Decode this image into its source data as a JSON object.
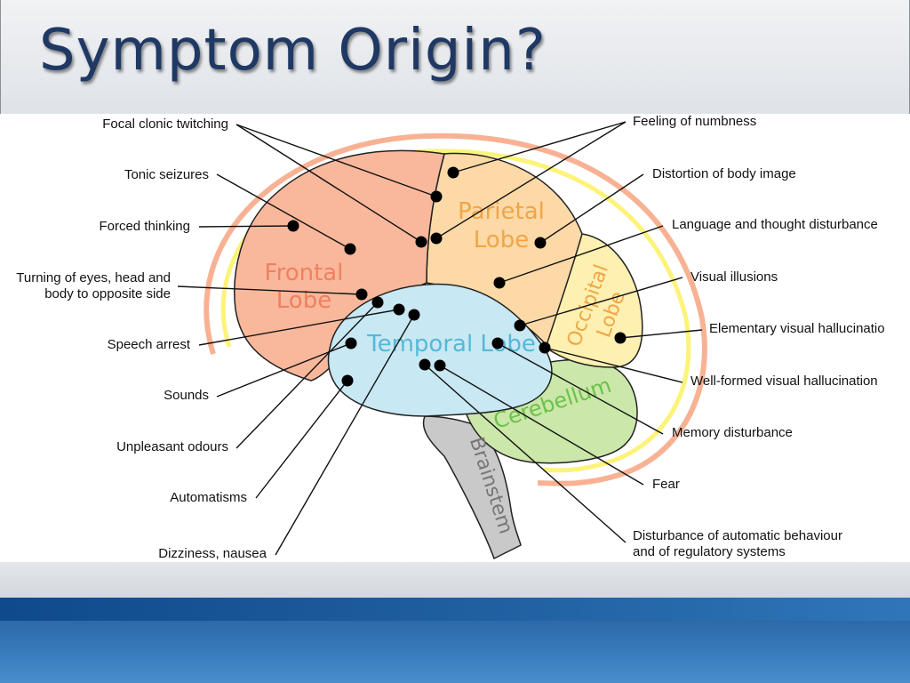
{
  "slide": {
    "title": "Symptom Origin?"
  },
  "diagram": {
    "regions": {
      "frontal_line1": "Frontal",
      "frontal_line2": "Lobe",
      "parietal_line1": "Parietal",
      "parietal_line2": "Lobe",
      "occipital_line1": "Occipital",
      "occipital_line2": "Lobe",
      "temporal": "Temporal Lobe",
      "cerebellum": "Cerebellum",
      "brainstem": "Brainstem"
    },
    "left_labels": [
      "Focal clonic twitching",
      "Tonic seizures",
      "Forced thinking",
      "Turning of eyes, head and",
      "body to opposite side",
      "Speech arrest",
      "Sounds",
      "Unpleasant odours",
      "Automatisms",
      "Dizziness, nausea"
    ],
    "right_labels": [
      "Feeling of numbness",
      "Distortion of body image",
      "Language and thought disturbance",
      "Visual illusions",
      "Elementary visual hallucinatio",
      "Well-formed visual hallucination",
      "Memory disturbance",
      "Fear",
      "Disturbance of automatic behaviour",
      "and of regulatory systems"
    ],
    "colors": {
      "frontal": "#f9b89c",
      "parietal": "#fcd9a6",
      "occipital": "#fdf0b0",
      "temporal": "#c8e8f3",
      "cerebellum": "#cbe7a9",
      "brainstem": "#c9c9c9",
      "frontal_text": "#f08060",
      "parietal_text": "#f0a548",
      "occipital_text": "#f0a548",
      "temporal_text": "#56b8d8",
      "cerebellum_text": "#6cc24a",
      "brainstem_text": "#777777",
      "outer_arc": "#f8b293",
      "inner_arc": "#fcf37a"
    }
  }
}
